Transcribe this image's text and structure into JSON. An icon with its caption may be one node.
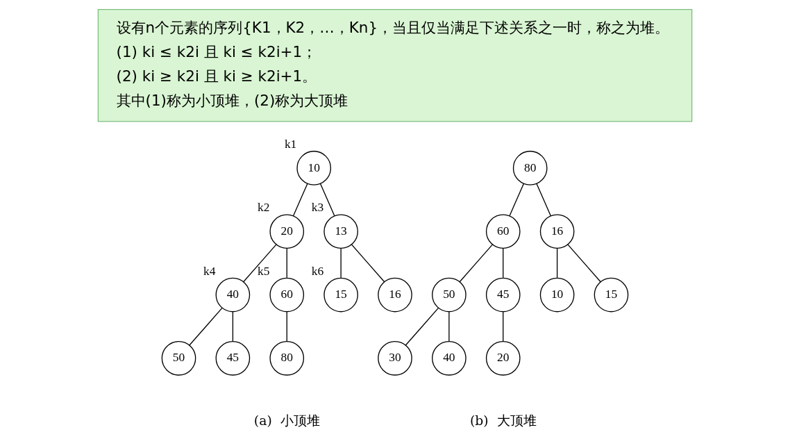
{
  "diagram": {
    "nodes": [
      {
        "text": [
          "设有n个元素的序列{K1，K2，…，Kn}，当且仅当满足下述关系之一时，称之为堆。",
          "(1) ki ≤ k2i 且 ki ≤ k2i+1；",
          "(2) ki ≥ k2i 且 ki ≥ k2i+1。",
          "其中(1)称为小顶堆，(2)称为大顶堆"
        ]
      },
      {
        "text": [
          "10"
        ],
        "beside": [
          "k1"
        ]
      },
      {
        "text": [
          "20"
        ],
        "beside": [
          "k2"
        ]
      },
      {
        "text": [
          "13"
        ],
        "beside": [
          "k3"
        ]
      },
      {
        "text": [
          "40"
        ],
        "beside": [
          "k4"
        ]
      },
      {
        "text": [
          "60"
        ],
        "beside": [
          "k5"
        ]
      },
      {
        "text": [
          "15"
        ],
        "beside": [
          "k6"
        ]
      },
      {
        "text": [
          "16"
        ]
      },
      {
        "text": [
          "50"
        ]
      },
      {
        "text": [
          "45"
        ]
      },
      {
        "text": [
          "80"
        ]
      },
      {
        "text": [
          "80"
        ]
      },
      {
        "text": [
          "60"
        ]
      },
      {
        "text": [
          "16"
        ]
      },
      {
        "text": [
          "50"
        ]
      },
      {
        "text": [
          "45"
        ]
      },
      {
        "text": [
          "10"
        ]
      },
      {
        "text": [
          "15"
        ]
      },
      {
        "text": [
          "30"
        ]
      },
      {
        "text": [
          "40"
        ]
      },
      {
        "text": [
          "20"
        ]
      }
    ],
    "edges": [
      {
        "from": 1,
        "to": 2,
        "arrow": "none"
      },
      {
        "from": 1,
        "to": 3,
        "arrow": "none"
      },
      {
        "from": 2,
        "to": 4,
        "arrow": "none"
      },
      {
        "from": 2,
        "to": 5,
        "arrow": "none"
      },
      {
        "from": 3,
        "to": 6,
        "arrow": "none"
      },
      {
        "from": 3,
        "to": 7,
        "arrow": "none"
      },
      {
        "from": 4,
        "to": 8,
        "arrow": "none"
      },
      {
        "from": 4,
        "to": 9,
        "arrow": "none"
      },
      {
        "from": 5,
        "to": 10,
        "arrow": "none"
      },
      {
        "from": 11,
        "to": 12,
        "arrow": "none"
      },
      {
        "from": 11,
        "to": 13,
        "arrow": "none"
      },
      {
        "from": 12,
        "to": 14,
        "arrow": "none"
      },
      {
        "from": 12,
        "to": 15,
        "arrow": "none"
      },
      {
        "from": 13,
        "to": 16,
        "arrow": "none"
      },
      {
        "from": 13,
        "to": 17,
        "arrow": "none"
      },
      {
        "from": 14,
        "to": 18,
        "arrow": "none"
      },
      {
        "from": 14,
        "to": 19,
        "arrow": "none"
      },
      {
        "from": 15,
        "to": 20,
        "arrow": "none"
      }
    ],
    "labels": [
      "(a)  小顶堆",
      "(b)  大顶堆"
    ]
  }
}
